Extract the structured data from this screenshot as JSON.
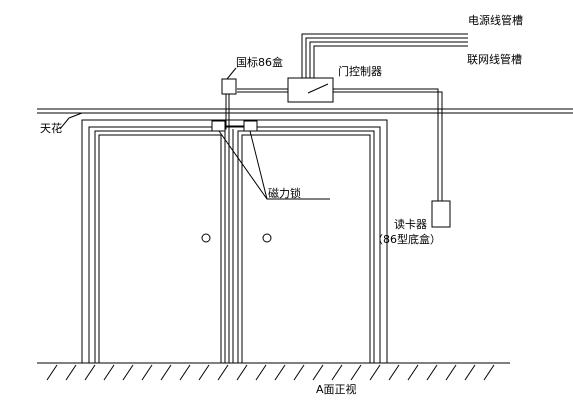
{
  "labels": {
    "power_conduit": "电源线管槽",
    "network_conduit": "联网线管槽",
    "box86": "国标86盒",
    "door_controller": "门控制器",
    "ceiling": "天花",
    "magnetic_lock": "磁力锁",
    "card_reader": "读卡器",
    "card_reader_box": "（86型底盒）",
    "view_title": "A面正视"
  },
  "colors": {
    "line": "#000000",
    "background": "#ffffff"
  }
}
